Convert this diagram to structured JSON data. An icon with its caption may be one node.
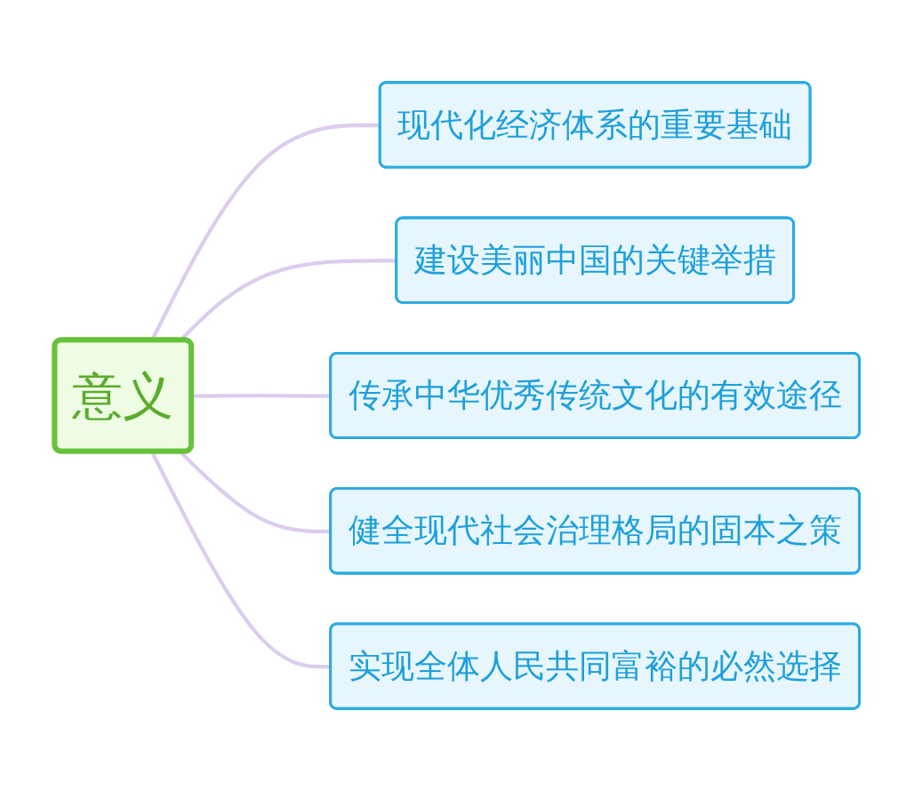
{
  "diagram": {
    "nodes": [
      {
        "text": [
          "意义"
        ]
      },
      {
        "text": [
          "现代化经济体系的重要基础"
        ]
      },
      {
        "text": [
          "建设美丽中国的关键举措"
        ]
      },
      {
        "text": [
          "传承中华优秀传统文化的有效途径"
        ]
      },
      {
        "text": [
          "健全现代社会治理格局的固本之策"
        ]
      },
      {
        "text": [
          "实现全体人民共同富裕的必然选择"
        ]
      }
    ],
    "edges": [
      {
        "from": 0,
        "to": 1,
        "arrow": "none"
      },
      {
        "from": 0,
        "to": 2,
        "arrow": "none"
      },
      {
        "from": 0,
        "to": 3,
        "arrow": "none"
      },
      {
        "from": 0,
        "to": 4,
        "arrow": "none"
      },
      {
        "from": 0,
        "to": 5,
        "arrow": "none"
      }
    ]
  }
}
